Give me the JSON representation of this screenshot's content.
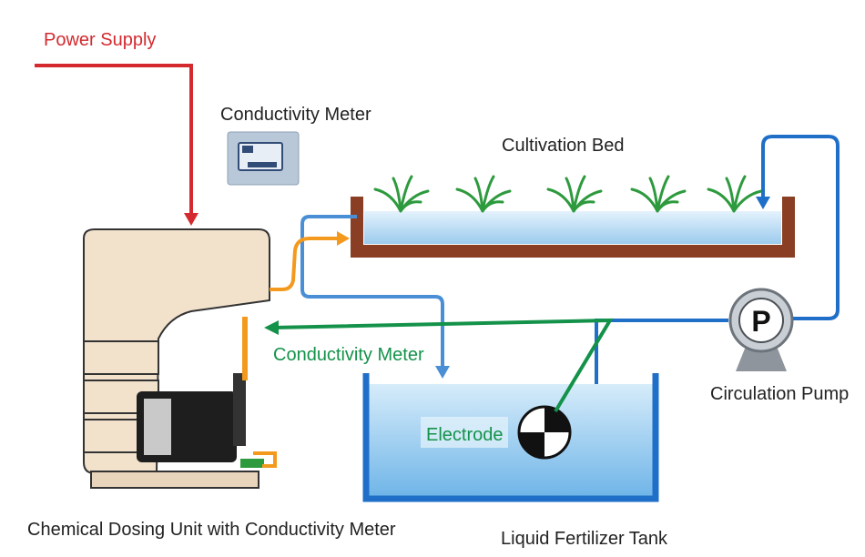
{
  "labels": {
    "power_supply": "Power Supply",
    "conductivity_meter_top": "Conductivity Meter",
    "cultivation_bed": "Cultivation Bed",
    "conductivity_meter_signal": "Conductivity Meter",
    "electrode": "Electrode",
    "circulation_pump": "Circulation Pump",
    "dosing_unit": "Chemical Dosing Unit with Conductivity Meter",
    "fertilizer_tank": "Liquid Fertilizer Tank",
    "pump_letter": "P"
  },
  "colors": {
    "power_line": "#d42a2f",
    "water_line": "#1f6fc8",
    "dosing_line": "#f39a1e",
    "signal_line": "#14924a",
    "bed_frame": "#8a3f24",
    "water_fill": "#a8d4f2",
    "plants": "#2e9a3e",
    "dosing_unit_body": "#f2e2cc"
  }
}
